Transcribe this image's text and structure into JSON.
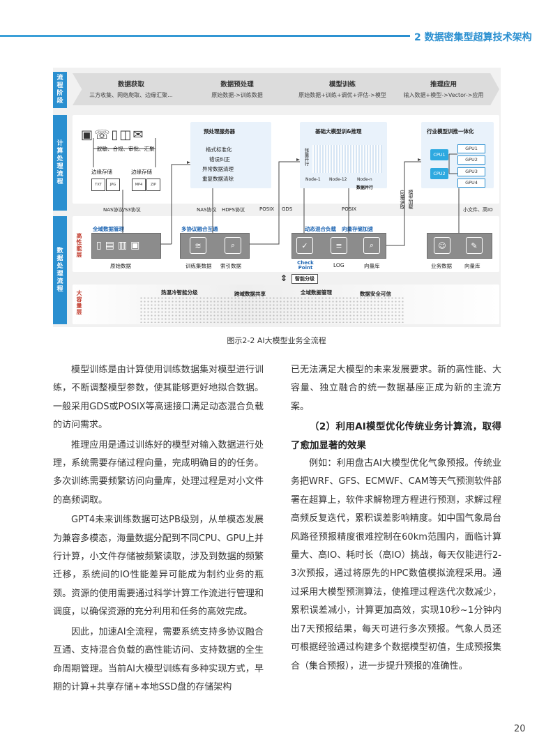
{
  "header": {
    "title": "2 数据密集型超算技术架构"
  },
  "figure": {
    "side_labels": {
      "flow_stage": "流程阶段",
      "compute_flow": "计算处理流程",
      "data_flow": "数据处理流程"
    },
    "tier_labels": {
      "hot": "高性能层",
      "cold": "大容量层"
    },
    "stages": [
      {
        "title": "数据获取",
        "desc": "三方收集、网络爬取、边缘汇聚..."
      },
      {
        "title": "数据预处理",
        "desc": "原始数据->训练数据"
      },
      {
        "title": "模型训练",
        "desc": "原始数据+训练+调优+评估->模型"
      },
      {
        "title": "推理应用",
        "desc": "输入数据+模型->Vector->应用"
      }
    ],
    "acquire": {
      "items": [
        "脱敏、合规、审批、汇聚"
      ],
      "edge1": "边缘存储",
      "edge2": "边缘存储",
      "files": [
        "TXT",
        "JPG",
        "MP4",
        "ZIP"
      ]
    },
    "preprocess": {
      "title": "预处理服务器",
      "items": [
        "格式标准化",
        "错误纠正",
        "异常数据清理",
        "重复数据清除"
      ]
    },
    "training": {
      "title": "基础大模型训&推理",
      "vertical": "张量并行",
      "nodes": [
        "Node-1",
        "Node-12",
        "Node-n"
      ],
      "data_parallel": "数据并行"
    },
    "inference": {
      "title": "行业模型训推一体化",
      "cpus": [
        "CPU1",
        "CPU2"
      ],
      "gpus": [
        "GPU1",
        "GPU2",
        "GPU3",
        "GPU4"
      ]
    },
    "protocols": {
      "p1": "NAS协议/S3协议",
      "p2": "NAS协议",
      "p3": "HDFS协议",
      "p4": "POSIX",
      "p5": "GDS",
      "p6": "POSIX",
      "p7": "小文件、高IO"
    },
    "vertical_notes": {
      "v1": "向量读取",
      "v2": "模型加载"
    },
    "hot_tier": {
      "groups": [
        "全域数据管理",
        "多协议融合互通",
        "动态混合负载",
        "向量存储加速"
      ],
      "items": [
        "原始数据",
        "训练集数据",
        "索引数据",
        "LOG",
        "向量库",
        "业务数据",
        "向量库"
      ],
      "checkpoint": "Check Point"
    },
    "tiering": "智能分级",
    "cold_tier": {
      "items": [
        "热温冷智能分级",
        "跨域数据共享",
        "全域数据管理",
        "数据安全可信"
      ]
    },
    "caption": "图示2-2 AI大模型业务全流程"
  },
  "left_column": [
    "模型训练是由计算使用训练数据集对模型进行训练，不断调整模型参数，使其能够更好地拟合数据。一般采用GDS或POSIX等高速接口满足动态混合负载的访问需求。",
    "推理应用是通过训练好的模型对输入数据进行处理，系统需要存储过程向量，完成明确目的的任务。多次训练需要频繁访问向量库，处理过程是对小文件的高频调取。",
    "GPT4未来训练数据可达PB级别，从单模态发展为兼容多模态，海量数据分配到不同CPU、GPU上并行计算，小文件存储被频繁读取，涉及到数据的频繁迁移，系统间的IO性能差异可能成为制约业务的瓶颈。资源的使用需要通过科学计算工作流进行管理和调度，以确保资源的充分利用和任务的高效完成。",
    "因此，加速AI全流程，需要系统支持多协议融合互通、支持混合负载的高性能访问、支持数据的全生命周期管理。当前AI大模型训练有多种实现方式，早期的计算+共享存储+本地SSD盘的存储架构"
  ],
  "right_column": {
    "lead": "已无法满足大模型的未来发展要求。新的高性能、大容量、独立融合的统一数据基座正成为新的主流方案。",
    "heading": "（2）利用AI模型优化传统业务计算流，取得了愈加显著的效果",
    "body": "例如：利用盘古AI大模型优化气象预报。传统业务把WRF、GFS、ECMWF、CAM等天气预测软件部署在超算上，软件求解物理方程进行预测，求解过程高频反复迭代，累积误差影响精度。如中国气象局台风路径预报精度很难控制在60km范围内，面临计算量大、高IO、耗时长（高IO）挑战，每天仅能进行2-3次预报，通过将原先的HPC数值模拟流程采用。通过采用大模型预测算法，使推理过程迭代次数减少，累积误差减小，计算更加高效，实现10秒~1分钟内出7天预报结果，每天可进行多次预报。气象人员还可根据经验通过构建多个数据模型初值，生成预报集合（集合预报），进一步提升预报的准确性。"
  },
  "page_number": "20"
}
